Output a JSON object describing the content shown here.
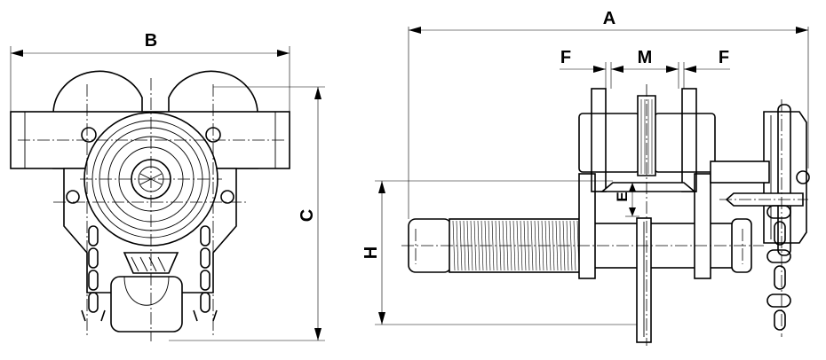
{
  "dimension_labels": {
    "A": "A",
    "B": "B",
    "C": "C",
    "E": "E",
    "F_left": "F",
    "F_right": "F",
    "H": "H",
    "M": "M"
  },
  "colors": {
    "line": "#000000",
    "background": "#ffffff"
  }
}
